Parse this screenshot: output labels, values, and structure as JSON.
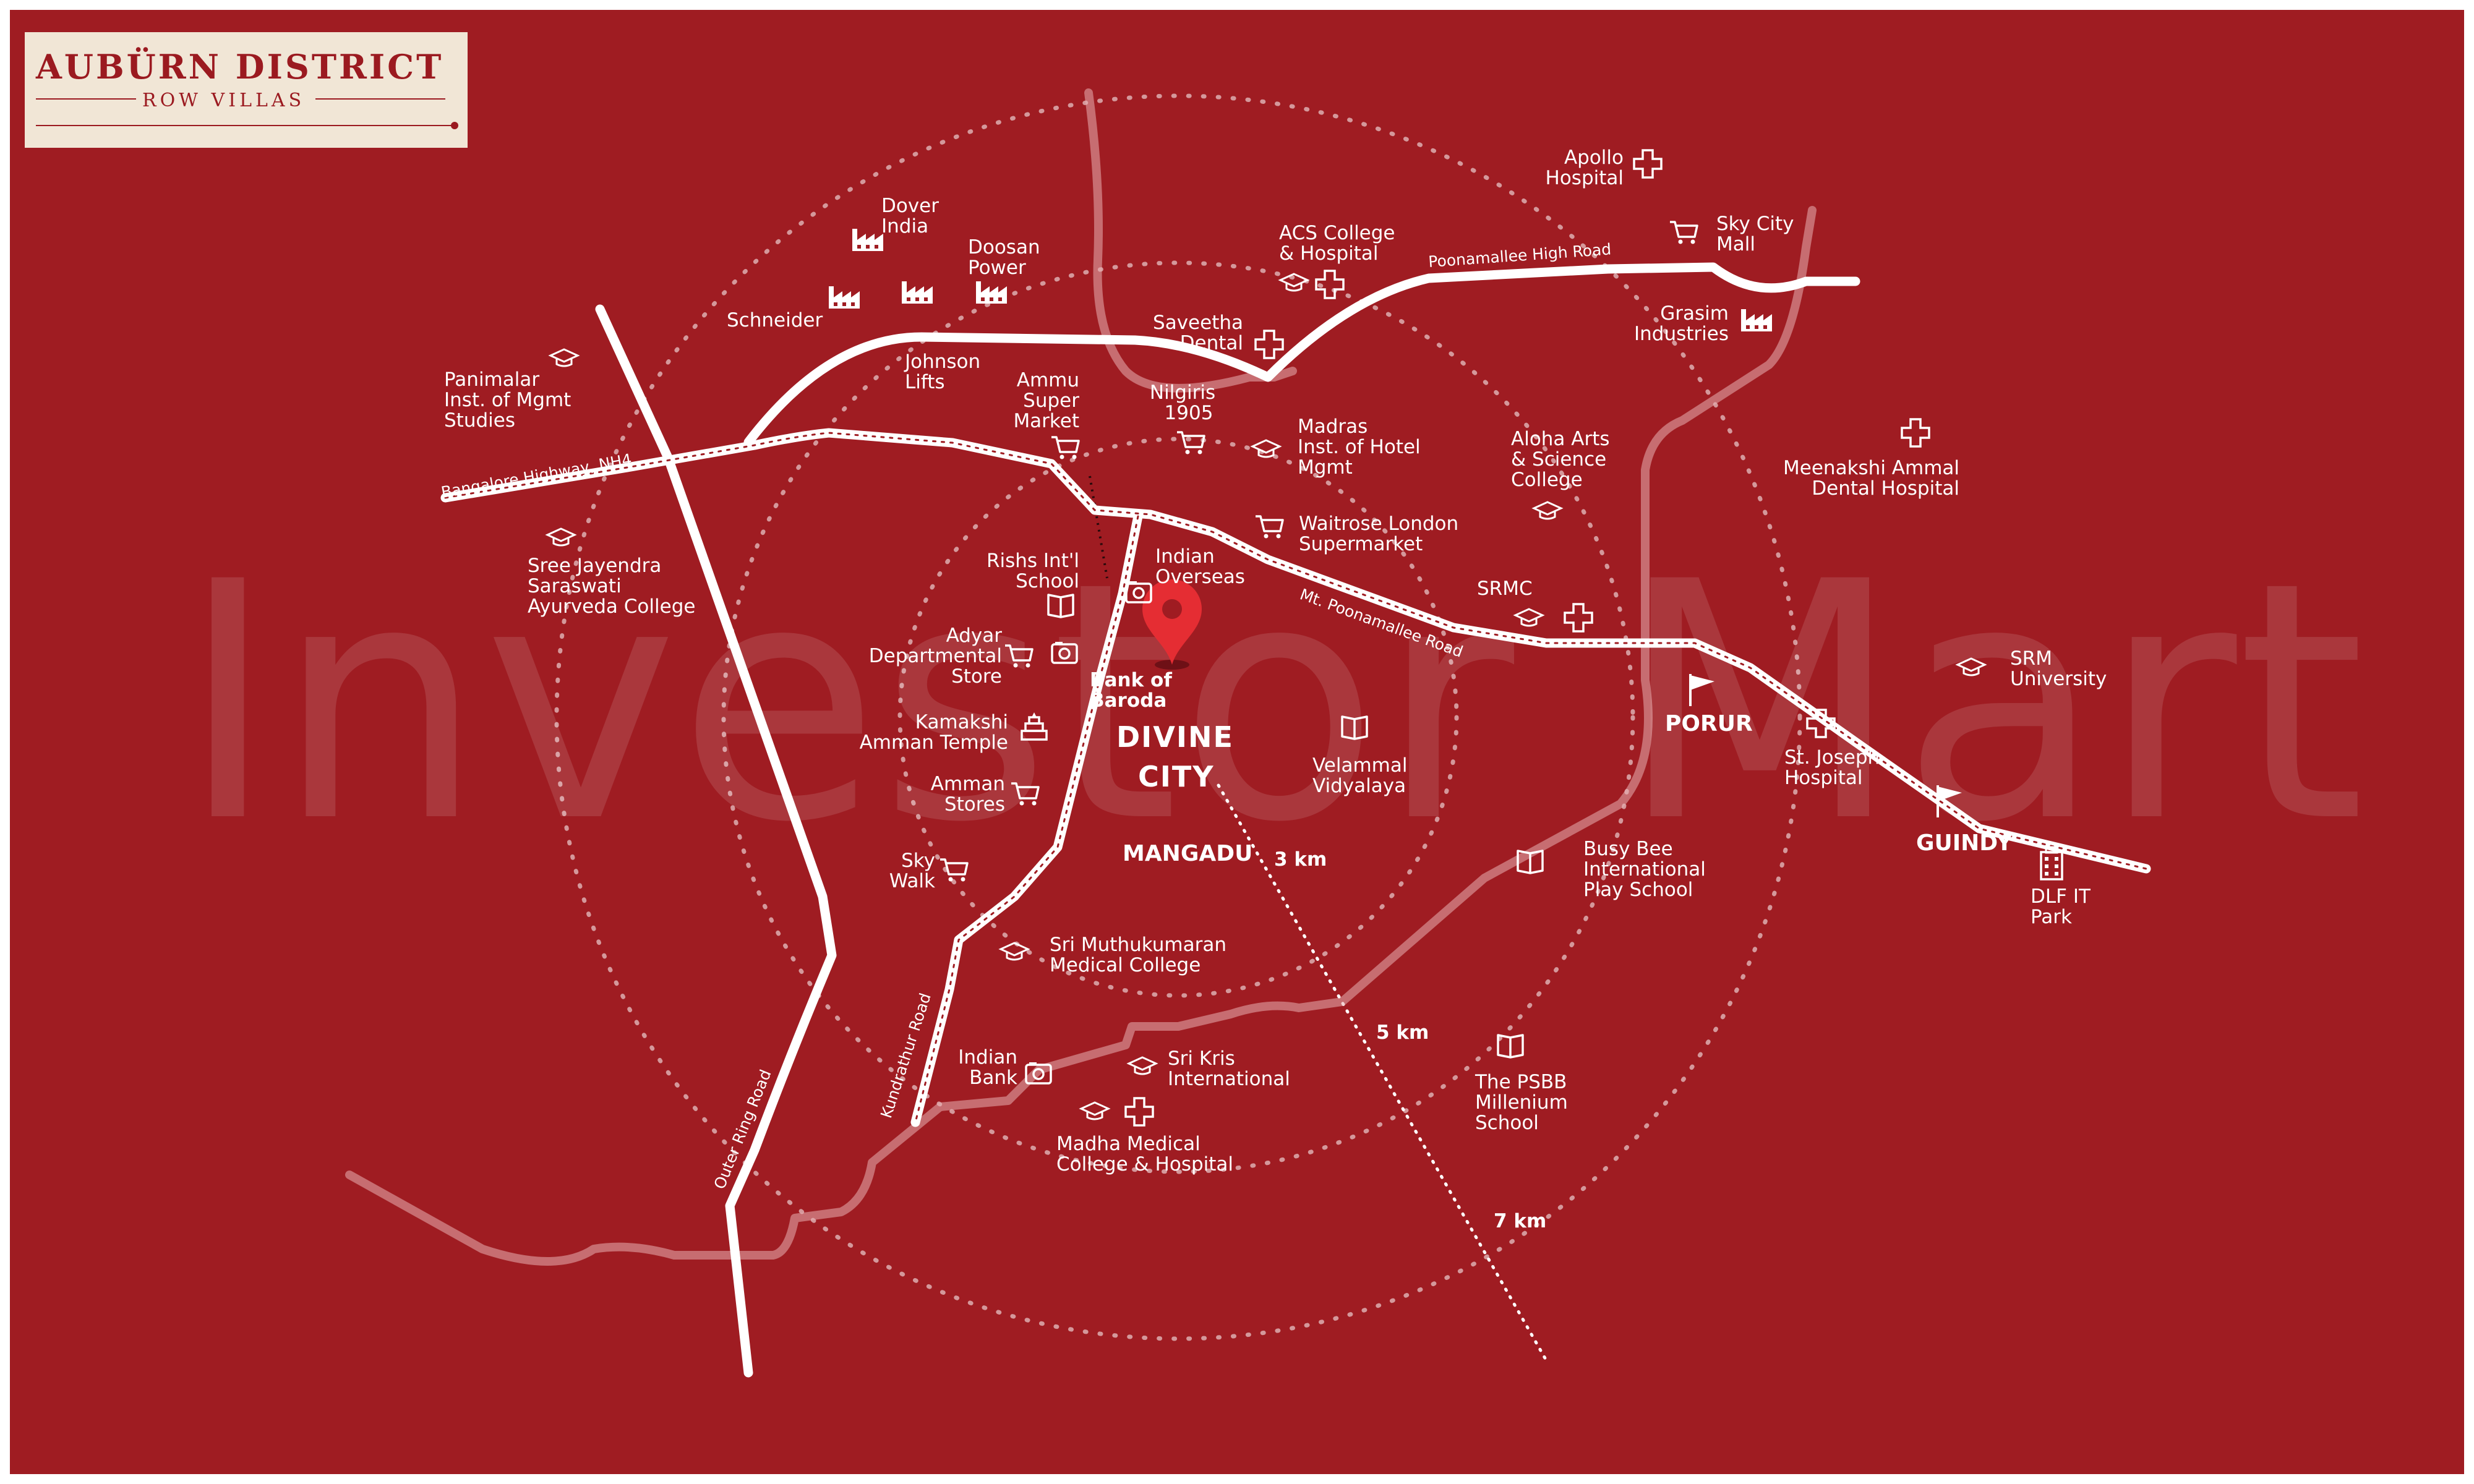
{
  "logo": {
    "title": "AUBÜRN DISTRICT",
    "subtitle": "ROW VILLAS"
  },
  "watermark": "Investor Mart",
  "center": {
    "name_line1": "DIVINE",
    "name_line2": "CITY",
    "area": "MANGADU"
  },
  "rings": [
    "3 km",
    "5 km",
    "7 km"
  ],
  "roads": {
    "bangalore_highway": "Bangalore Highway, NH4",
    "poonamallee_high_road": "Poonamallee High Road",
    "mt_poonamallee_road": "Mt. Poonamallee Road",
    "outer_ring_road": "Outer Ring Road",
    "kundrathur_road": "Kundrathur Road"
  },
  "places": {
    "porur": "PORUR",
    "guindy": "GUINDY"
  },
  "landmarks": {
    "dover": [
      "Dover",
      "India"
    ],
    "doosan": [
      "Doosan",
      "Power"
    ],
    "schneider": [
      "Schneider"
    ],
    "johnson": [
      "Johnson",
      "Lifts"
    ],
    "panimalar": [
      "Panimalar",
      "Inst. of Mgmt",
      "Studies"
    ],
    "ammu": [
      "Ammu",
      "Super",
      "Market"
    ],
    "saveetha": [
      "Saveetha",
      "Dental"
    ],
    "acs": [
      "ACS College",
      "& Hospital"
    ],
    "apollo": [
      "Apollo",
      "Hospital"
    ],
    "skycity": [
      "Sky City",
      "Mall"
    ],
    "grasim": [
      "Grasim",
      "Industries"
    ],
    "nilgiris": [
      "Nilgiris",
      "1905"
    ],
    "madras_hotel": [
      "Madras",
      "Inst. of Hotel",
      "Mgmt"
    ],
    "aloha": [
      "Aloha Arts",
      "& Science",
      "College"
    ],
    "meenakshi": [
      "Meenakshi Ammal",
      "Dental Hospital"
    ],
    "waitrose": [
      "Waitrose London",
      "Supermarket"
    ],
    "sree_jayendra": [
      "Sree Jayendra",
      "Saraswati",
      "Ayurveda College"
    ],
    "rishs": [
      "Rishs Int'l",
      "School"
    ],
    "indian_overseas": [
      "Indian",
      "Overseas"
    ],
    "srmc": [
      "SRMC"
    ],
    "adyar": [
      "Adyar",
      "Departmental",
      "Store"
    ],
    "bank_baroda": [
      "Bank of",
      "Baroda"
    ],
    "srm": [
      "SRM",
      "University"
    ],
    "kamakshi": [
      "Kamakshi",
      "Amman Temple"
    ],
    "velammal": [
      "Velammal",
      "Vidyalaya"
    ],
    "st_joseph": [
      "St. Joseph",
      "Hospital"
    ],
    "amman_stores": [
      "Amman",
      "Stores"
    ],
    "skywalk": [
      "Sky",
      "Walk"
    ],
    "busy_bee": [
      "Busy Bee",
      "International",
      "Play School"
    ],
    "dlf": [
      "DLF IT",
      "Park"
    ],
    "muthukumaran": [
      "Sri Muthukumaran",
      "Medical College"
    ],
    "indian_bank": [
      "Indian",
      "Bank"
    ],
    "sri_kris": [
      "Sri Kris",
      "International"
    ],
    "psbb": [
      "The PSBB",
      "Millenium",
      "School"
    ],
    "madha": [
      "Madha Medical",
      "College & Hospital"
    ]
  },
  "colors": {
    "background": "#9f1c22",
    "frame": "#ffffff",
    "lines": "#ffffff",
    "logo_bg": "#f1e6d6",
    "pin": "#e52d33"
  }
}
